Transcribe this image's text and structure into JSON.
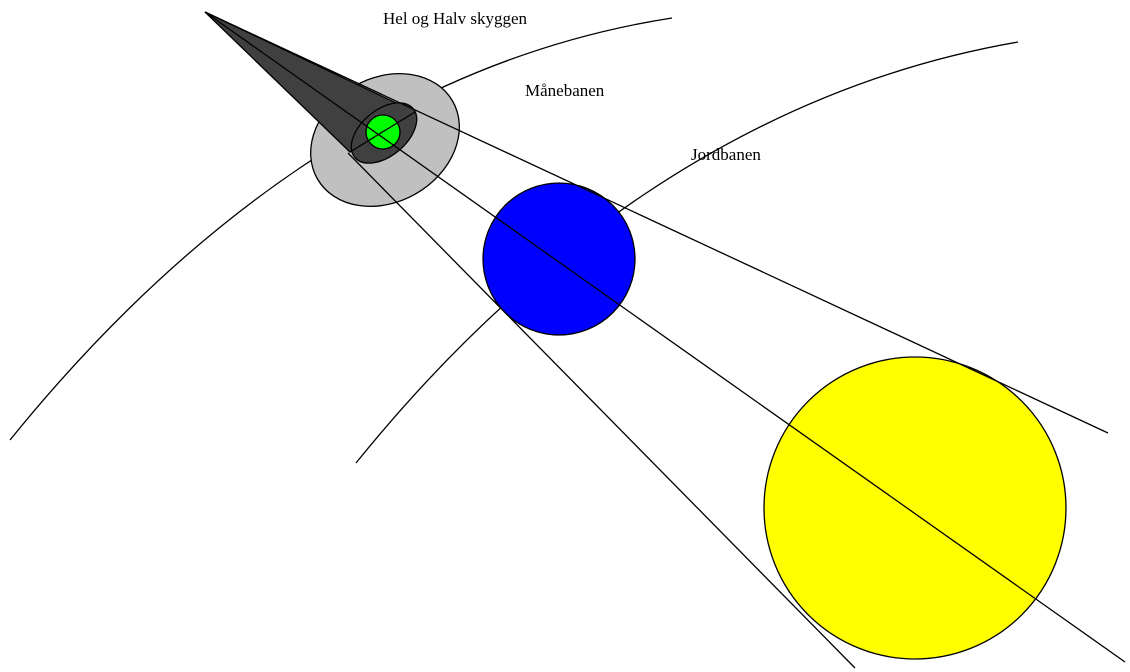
{
  "labels": {
    "shadow": "Hel og Halv skyggen",
    "moon_orbit": "Månebanen",
    "earth_orbit": "Jordbanen"
  },
  "colors": {
    "sun": "#ffff00",
    "earth": "#0000ff",
    "moon": "#00ff00",
    "penumbra": "#c0c0c0",
    "umbra": "#404040",
    "line": "#000000",
    "background": "#ffffff"
  }
}
